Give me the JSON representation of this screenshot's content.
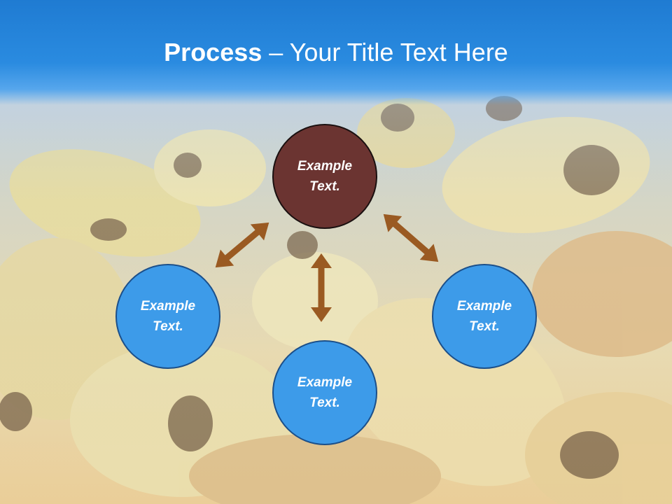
{
  "slide": {
    "title_bold": "Process",
    "title_rest": " – Your Title Text Here"
  },
  "diagram": {
    "center": "Example Text.",
    "left": "Example Text.",
    "bottom": "Example Text.",
    "right": "Example Text."
  },
  "colors": {
    "title_bar": "#1f7bd2",
    "center_node": "#6b3431",
    "outer_node": "#3d9be9",
    "arrow": "#9a5a22"
  }
}
